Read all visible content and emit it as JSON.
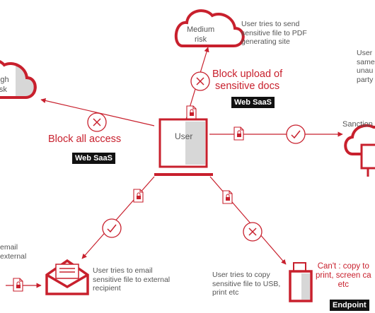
{
  "colors": {
    "accent": "#c8202d",
    "text": "#555555",
    "badge_bg": "#111111",
    "badge_text": "#ffffff",
    "grey_fill": "#d7d7d7"
  },
  "icons": [
    "cloud-icon",
    "laptop-icon",
    "document-lock-icon",
    "block-x-icon",
    "allow-check-icon",
    "email-icon",
    "usb-drive-icon",
    "monitor-icon"
  ],
  "center": {
    "label": "User"
  },
  "nodes": {
    "medium_risk": {
      "label_line1": "Medium",
      "label_line2": "risk"
    },
    "high_risk": {
      "label_line1": "High",
      "label_line2": "risk"
    }
  },
  "descriptions": {
    "pdf_site": [
      "User tries to send",
      "sensitive file to PDF",
      "generating site"
    ],
    "email": [
      "User tries to email",
      "sensitive file to external",
      "recipient"
    ],
    "usb": [
      "User tries to copy",
      "sensitive file to USB,",
      "print etc"
    ],
    "right_partial": [
      "User",
      "same",
      "unau",
      "party"
    ],
    "left_partial": [
      "email",
      "external"
    ]
  },
  "actions": {
    "block_upload": [
      "Block upload of",
      "sensitive docs"
    ],
    "block_all": "Block all access",
    "cant_copy": [
      "Can't : copy to",
      "print, screen ca",
      "etc"
    ]
  },
  "badges": {
    "web_saas_top": "Web SaaS",
    "web_saas_left": "Web SaaS",
    "endpoint": "Endpoint"
  },
  "sanctioned": "Sanction"
}
